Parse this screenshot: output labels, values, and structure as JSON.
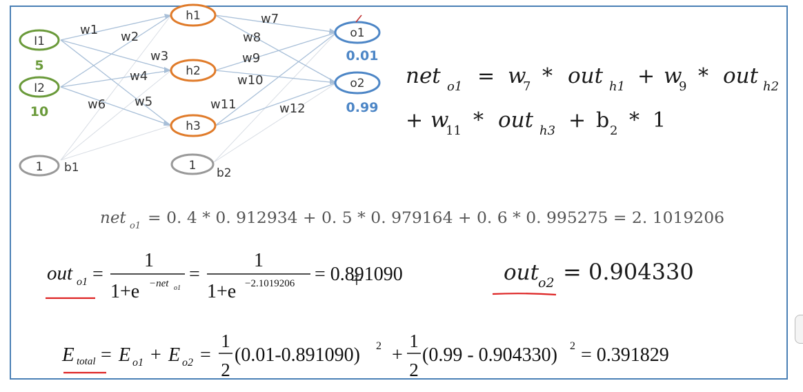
{
  "network": {
    "inputs": [
      {
        "label": "I1",
        "value": "5"
      },
      {
        "label": "I2",
        "value": "10"
      }
    ],
    "bias1": {
      "node": "1",
      "label": "b1"
    },
    "hidden": [
      "h1",
      "h2",
      "h3"
    ],
    "bias2": {
      "node": "1",
      "label": "b2"
    },
    "outputs": [
      {
        "label": "o1",
        "target": "0.01"
      },
      {
        "label": "o2",
        "target": "0.99"
      }
    ],
    "weights": [
      "w1",
      "w2",
      "w3",
      "w4",
      "w5",
      "w6",
      "w7",
      "w8",
      "w9",
      "w10",
      "w11",
      "w12"
    ],
    "colors": {
      "input": "#6a9a3a",
      "hidden": "#e07b2a",
      "output": "#4d86c6",
      "bias": "#999999",
      "edge": "#a8bfd8"
    }
  },
  "formulas": {
    "net_o1_symbolic": {
      "line1": {
        "lhs": "net",
        "lhs_sub": "o1",
        "eq": "=",
        "t1": "w",
        "t1_sub": "7",
        "t1_out": "out",
        "t1_out_sub": "h1",
        "plus": "+",
        "t2": "w",
        "t2_sub": "9",
        "t2_out": "out",
        "t2_out_sub": "h2",
        "star": "*"
      },
      "line2": {
        "plus": "+",
        "t3": "w",
        "t3_sub": "11",
        "t3_out": "out",
        "t3_out_sub": "h3",
        "b": "b",
        "b_sub": "2",
        "one": "1"
      }
    },
    "net_o1_numeric": {
      "lhs": "net",
      "lhs_sub": "o1",
      "rhs": "= 0. 4 * 0. 912934 + 0. 5 * 0. 979164 + 0. 6 * 0. 995275 = 2. 1019206"
    },
    "out_o1": {
      "lhs": "out",
      "lhs_sub": "o1",
      "num": "1",
      "den1": "1+e",
      "exp1": "−net",
      "exp1_sub": "o1",
      "den2": "1+e",
      "exp2": "−2.1019206",
      "result": "= 0.891090"
    },
    "out_o2": {
      "lhs": "out",
      "lhs_sub": "o2",
      "result": "= 0.904330"
    },
    "e_total": {
      "lhs": "E",
      "lhs_sub": "total",
      "eo1": "E",
      "eo1_sub": "o1",
      "eo2": "E",
      "eo2_sub": "o2",
      "half_num": "1",
      "half_den": "2",
      "term1": "(0.01-0.891090)",
      "term2": "(0.99 - 0.904330)",
      "sq": "2",
      "result": "= 0.391829"
    }
  }
}
